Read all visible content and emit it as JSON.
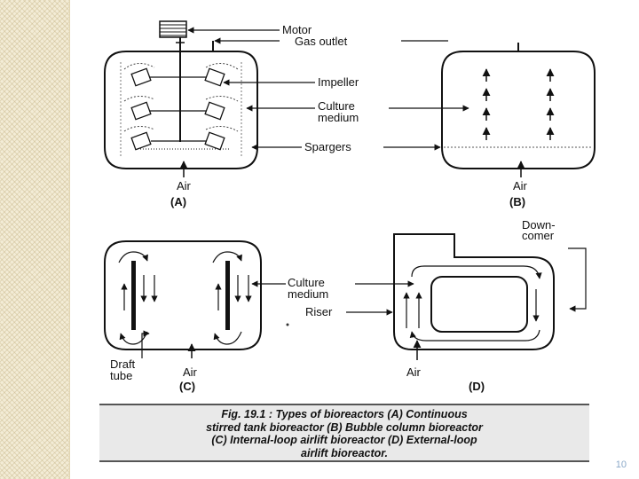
{
  "labels": {
    "motor": "Motor",
    "gas_outlet": "Gas outlet",
    "impeller": "Impeller",
    "culture_medium_line1": "Culture",
    "culture_medium_line2": "medium",
    "spargers": "Spargers",
    "air": "Air",
    "downcomer_line1": "Down-",
    "downcomer_line2": "comer",
    "riser": "Riser",
    "draft_line1": "Draft",
    "draft_line2": "tube"
  },
  "panels": {
    "a": "(A)",
    "b": "(B)",
    "c": "(C)",
    "d": "(D)"
  },
  "caption": {
    "line1": "Fig. 19.1 : Types of bioreactors (A) Continuous",
    "line2": "stirred tank bioreactor (B) Bubble column bioreactor",
    "line3": "(C) Internal-loop airlift bioreactor (D) External-loop",
    "line4": "airlift bioreactor."
  },
  "page_number": "10"
}
